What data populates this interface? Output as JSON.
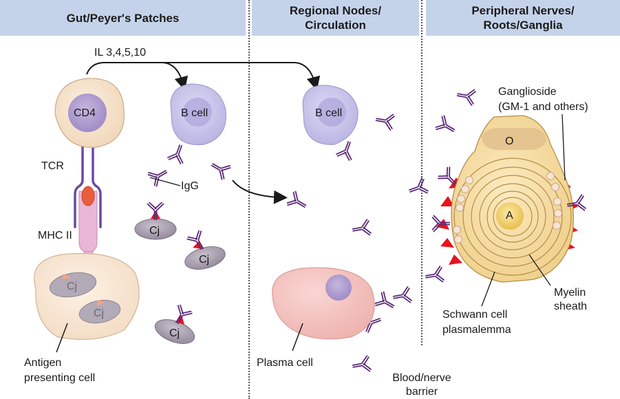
{
  "headers": {
    "gut": "Gut/Peyer's Patches",
    "nodes_line1": "Regional Nodes/",
    "nodes_line2": "Circulation",
    "nerves_line1": "Peripheral Nerves/",
    "nerves_line2": "Roots/Ganglia"
  },
  "labels": {
    "interleukins": "IL 3,4,5,10",
    "cd4": "CD4",
    "b_cell_gut": "B cell",
    "b_cell_nodes": "B cell",
    "tcr": "TCR",
    "igg": "IgG",
    "mhc": "MHC II",
    "cj": "Cj",
    "apc_line1": "Antigen",
    "apc_line2": "presenting cell",
    "plasma_cell": "Plasma cell",
    "barrier_line1": "Blood/nerve",
    "barrier_line2": "barrier",
    "ganglioside_line1": "Ganglioside",
    "ganglioside_line2": "(GM-1 and others)",
    "oligo": "O",
    "axon": "A",
    "schwann_line1": "Schwann cell",
    "schwann_line2": "plasmalemma",
    "myelin_line1": "Myelin",
    "myelin_line2": "sheath"
  },
  "colors": {
    "header_bg": "#c5d3ea",
    "antibody": "#5b2a78",
    "antigen": "#e8141c",
    "cd4_cell": "#f7e3cc",
    "b_cell": "#c9c5ea",
    "plasma_cell": "#f3c2c0",
    "cj": "#a39aa8",
    "myelin": "#f3d99a"
  }
}
